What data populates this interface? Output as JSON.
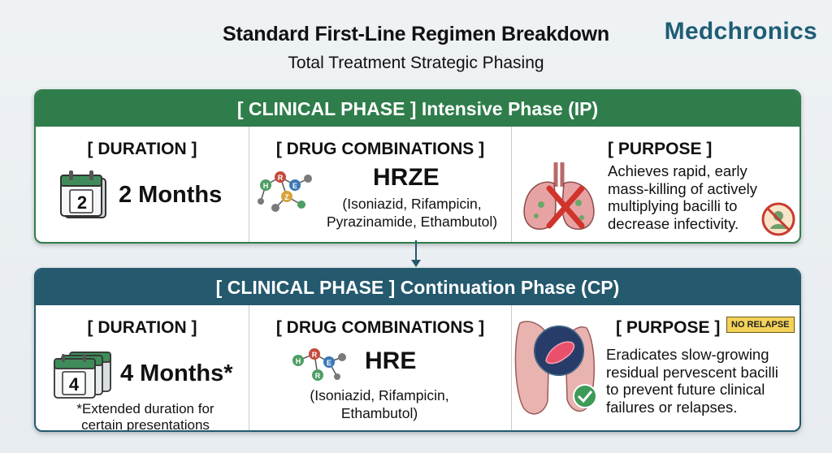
{
  "header": {
    "title": "Standard First-Line Regimen Breakdown",
    "subtitle": "Total Treatment Strategic Phasing",
    "brand": "Medchronics"
  },
  "intensive": {
    "banner": "[ CLINICAL PHASE ] Intensive Phase (IP)",
    "duration_head": "[ DURATION ]",
    "calendar_number": "2",
    "duration": "2 Months",
    "drug_head": "[ DRUG COMBINATIONS ]",
    "code": "HRZE",
    "drugs_line1": "(Isoniazid, Rifampicin,",
    "drugs_line2": "Pyrazinamide, Ethambutol)",
    "purpose_head": "[ PURPOSE ]",
    "purpose_lines": [
      "Achieves rapid, early",
      "mass-killing of actively",
      "multiplying bacilli to",
      "decrease infectivity."
    ],
    "molecule_letters": [
      "H",
      "R",
      "E",
      "Z"
    ]
  },
  "continuation": {
    "banner": "[ CLINICAL PHASE ] Continuation Phase (CP)",
    "duration_head": "[ DURATION ]",
    "calendar_number": "4",
    "duration": "4 Months*",
    "note_line1": "*Extended duration for",
    "note_line2": "certain presentations",
    "drug_head": "[ DRUG COMBINATIONS ]",
    "code": "HRE",
    "drugs_line1": "(Isoniazid, Rifampicin,",
    "drugs_line2": "Ethambutol)",
    "purpose_head": "[ PURPOSE ]",
    "badge": "NO RELAPSE",
    "purpose_lines": [
      "Eradicates slow-growing",
      "residual pervescent bacilli",
      "to prevent future clinical",
      "failures or relapses."
    ],
    "molecule_letters": [
      "H",
      "R",
      "E",
      "R"
    ]
  },
  "colors": {
    "ip_green": "#2f7d4b",
    "cp_teal": "#24596e",
    "brand": "#1f5d75"
  }
}
